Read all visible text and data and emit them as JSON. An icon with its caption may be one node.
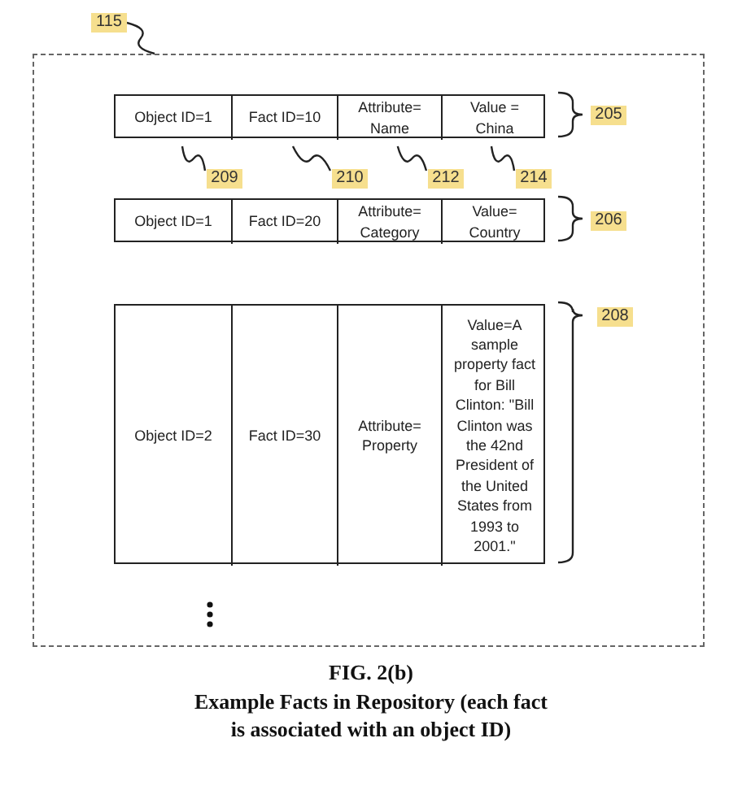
{
  "diagram": {
    "title": "FIG. 2(b)",
    "caption": "Example Facts in Repository (each fact is associated with an object ID)",
    "nodes": [
      {
        "text": [
          "115"
        ]
      },
      {
        "text": [],
        "shape": "box"
      },
      {
        "text": [],
        "shape": "box",
        "in": 1
      },
      {
        "text": [
          "Object ID=1"
        ],
        "in": 2
      },
      {
        "text": [
          "Fact ID=10"
        ],
        "in": 2
      },
      {
        "text": [
          "Attribute= Name"
        ],
        "in": 2
      },
      {
        "text": [
          "Value = China"
        ],
        "in": 2
      },
      {
        "text": [],
        "shape": "box",
        "in": 1
      },
      {
        "text": [
          "Object ID=1"
        ],
        "in": 7
      },
      {
        "text": [
          "Fact ID=20"
        ],
        "in": 7
      },
      {
        "text": [
          "Attribute= Category"
        ],
        "in": 7
      },
      {
        "text": [
          "Value= Country"
        ],
        "in": 7
      },
      {
        "text": [],
        "shape": "box",
        "in": 1
      },
      {
        "text": [
          "Object ID=2"
        ],
        "in": 12
      },
      {
        "text": [
          "Fact ID=30"
        ],
        "in": 12
      },
      {
        "text": [
          "Attribute= Property"
        ],
        "in": 12
      },
      {
        "text": [
          "Value=A sample property fact for Bill Clinton: \"Bill Clinton was the 42nd President of the United States from 1993 to 2001.\""
        ],
        "in": 12
      },
      {
        "text": [
          "209"
        ],
        "in": 1
      },
      {
        "text": [
          "210"
        ],
        "in": 1
      },
      {
        "text": [
          "212"
        ],
        "in": 1
      },
      {
        "text": [
          "214"
        ],
        "in": 1
      },
      {
        "text": [
          "205"
        ],
        "in": 1
      },
      {
        "text": [
          "206"
        ],
        "in": 1
      },
      {
        "text": [
          "208"
        ],
        "in": 1
      }
    ],
    "edges": [
      {
        "from": 0,
        "to": 1,
        "arrow": "none"
      },
      {
        "from": 17,
        "to": 3,
        "arrow": "none"
      },
      {
        "from": 18,
        "to": 4,
        "arrow": "none"
      },
      {
        "from": 19,
        "to": 5,
        "arrow": "none"
      },
      {
        "from": 20,
        "to": 6,
        "arrow": "none"
      }
    ]
  }
}
